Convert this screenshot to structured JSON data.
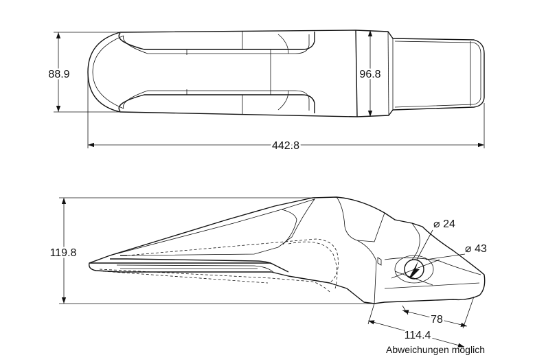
{
  "top_view": {
    "width_front": "88.9",
    "width_rear": "96.8",
    "length": "442.8"
  },
  "side_view": {
    "height": "119.8",
    "pin_dia_small": "⌀ 24",
    "pin_dia_large": "⌀ 43",
    "pin_offset": "78",
    "pin_dist": "114.4"
  },
  "note": "Abweichungen möglich"
}
